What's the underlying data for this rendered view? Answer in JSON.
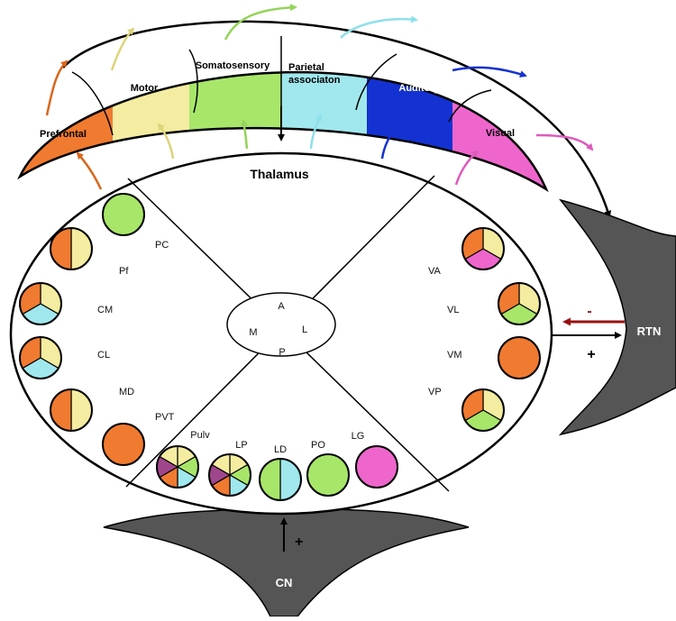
{
  "thalamus": {
    "title": "Thalamus"
  },
  "nuclei_center": {
    "a": "A",
    "m": "M",
    "l": "L",
    "p": "P"
  },
  "cortex": {
    "prefrontal": "Prefrontal",
    "motor": "Motor",
    "somatosensory": "Somatosensory",
    "parietal_line1": "Parietal",
    "parietal_line2": "associaton",
    "auditory": "Auditory",
    "visual": "Visual"
  },
  "nuclei": {
    "pc": "PC",
    "pf": "Pf",
    "cm": "CM",
    "cl": "CL",
    "md": "MD",
    "pvt": "PVT",
    "pulv": "Pulv",
    "lp": "LP",
    "ld": "LD",
    "po": "PO",
    "lg": "LG",
    "va": "VA",
    "vl": "VL",
    "vm": "VM",
    "vp": "VP"
  },
  "rtn": {
    "label": "RTN",
    "minus": "-",
    "plus": "+"
  },
  "cn": {
    "label": "CN",
    "plus": "+"
  },
  "colors": {
    "prefrontal": "#f07a30",
    "motor": "#f4eca0",
    "somatosensory": "#a8e66a",
    "parietal": "#a0e8ee",
    "auditory": "#1432d2",
    "visual": "#ee66cc",
    "purple": "#a0468c",
    "dark_gray": "#555555",
    "inhibit_red": "#9b1010"
  }
}
